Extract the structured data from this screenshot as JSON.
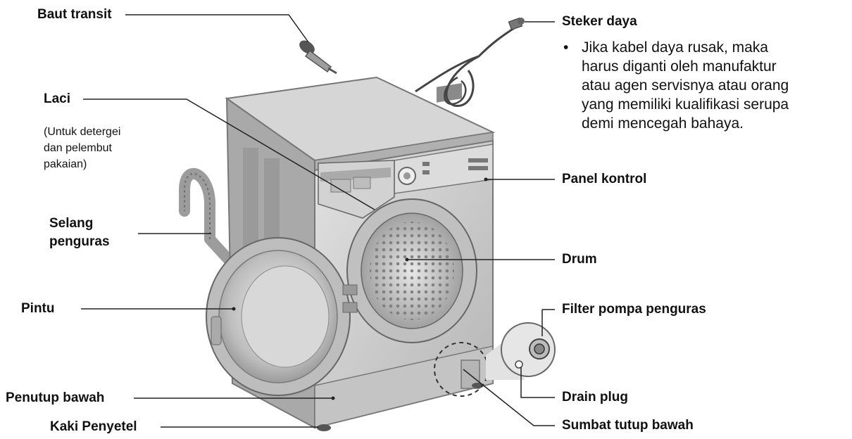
{
  "labels": {
    "baut_transit": "Baut transit",
    "laci": "Laci",
    "laci_note": "(Untuk detergei\ndan pelembut\npakaian)",
    "selang_line1": "Selang",
    "selang_line2": "penguras",
    "pintu": "Pintu",
    "penutup_bawah": "Penutup bawah",
    "kaki_penyetel": "Kaki Penyetel",
    "steker_daya": "Steker daya",
    "panel_kontrol": "Panel kontrol",
    "drum": "Drum",
    "filter_pompa": "Filter pompa penguras",
    "drain_plug": "Drain plug",
    "sumbat_tutup": "Sumbat tutup bawah"
  },
  "warning": {
    "bullet": "•",
    "text": "Jika kabel daya rusak, maka\nharus diganti oleh manufaktur\natau agen servisnya atau orang\nyang memiliki kualifikasi serupa\ndemi mencegah bahaya."
  },
  "colors": {
    "body": "#c9c9c9",
    "dark": "#8e8e8e",
    "line": "#222222"
  }
}
